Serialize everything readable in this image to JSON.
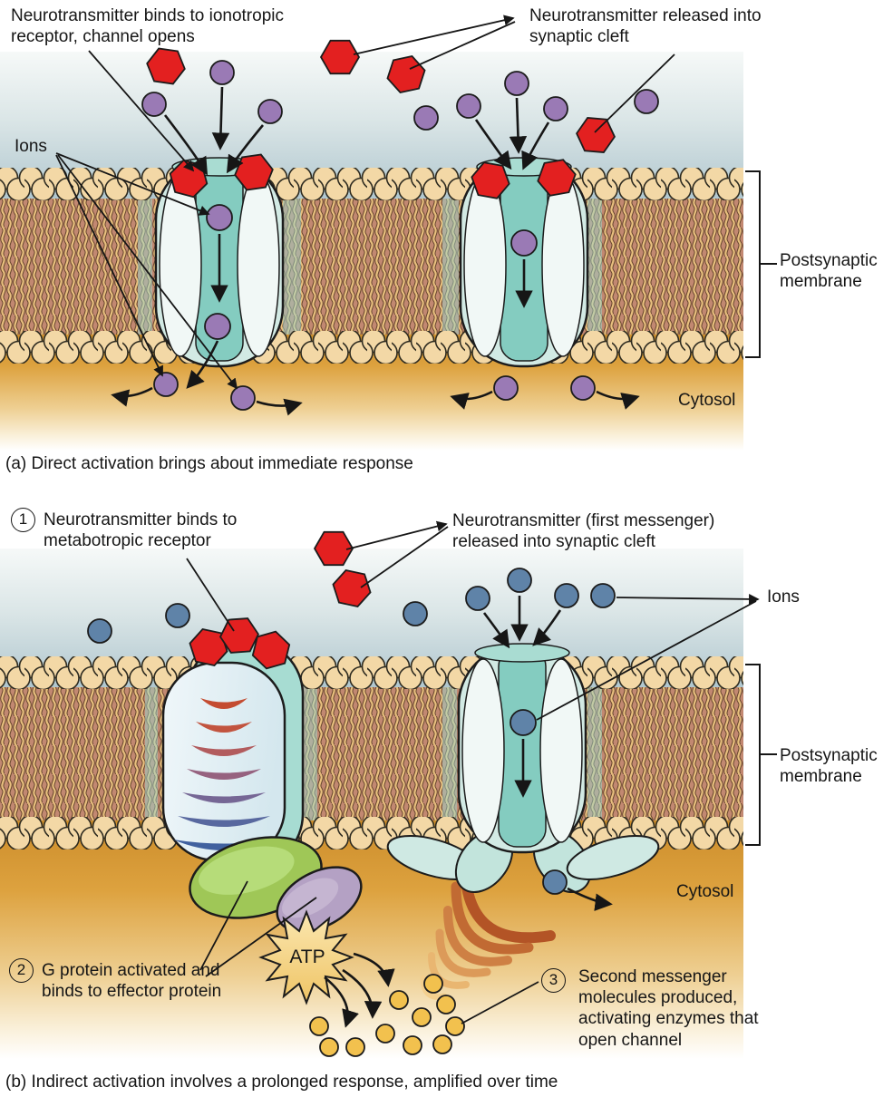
{
  "colors": {
    "neurotransmitter_red": "#e32020",
    "ion_purple": "#9a7ab5",
    "ion_blue": "#5f83a8",
    "second_messenger_gold": "#f2c14e",
    "membrane_head_tan": "#f3d8a6",
    "membrane_tail_brown": "#c28871",
    "channel_teal": "#84ccc0",
    "channel_body_pale": "#d2eae4",
    "g_protein_green": "#9fc757",
    "effector_purple": "#b4a1c4",
    "cytosol_gold": "#ca8a28",
    "synaptic_cleft_blue": "#afc6ce"
  },
  "panel_a": {
    "label_binds": "Neurotransmitter binds to ionotropic receptor, channel opens",
    "label_released": "Neurotransmitter released into synaptic cleft",
    "label_ions": "Ions",
    "label_postsynaptic": "Postsynaptic membrane",
    "label_cytosol": "Cytosol",
    "caption": "(a) Direct activation brings about immediate response"
  },
  "panel_b": {
    "steps": [
      {
        "num": "1",
        "text": "Neurotransmitter binds to metabotropic receptor"
      },
      {
        "num": "2",
        "text": "G protein activated and binds to effector protein"
      },
      {
        "num": "3",
        "text": "Second messenger molecules produced, activating enzymes that open channel"
      }
    ],
    "label_released": "Neurotransmitter (first messenger) released into synaptic cleft",
    "label_ions": "Ions",
    "label_postsynaptic": "Postsynaptic membrane",
    "label_cytosol": "Cytosol",
    "label_atp": "ATP",
    "caption": "(b) Indirect activation involves a prolonged response, amplified over time"
  }
}
